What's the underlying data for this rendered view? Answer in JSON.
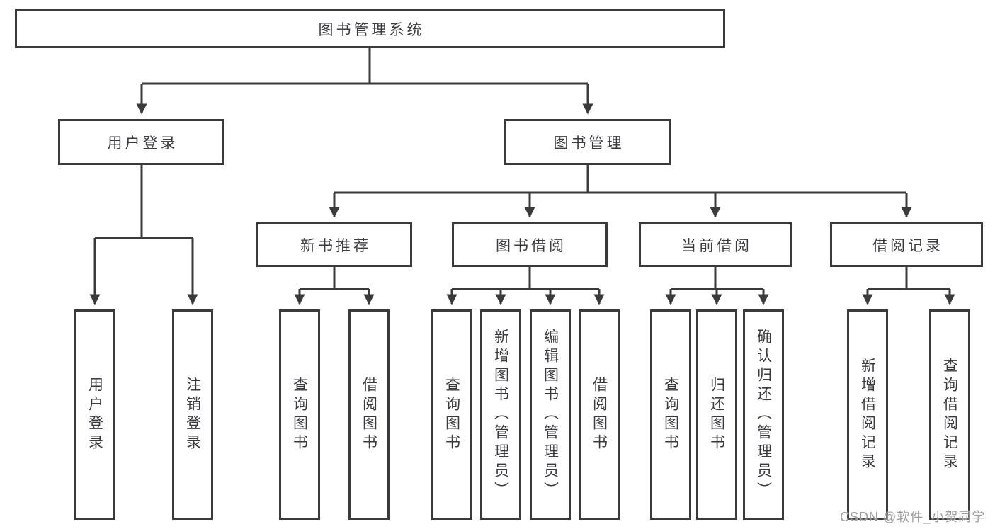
{
  "diagram": {
    "root": "图书管理系统",
    "level1": {
      "user_login": "用户登录",
      "book_management": "图书管理"
    },
    "level2": {
      "new_book_recommend": "新书推荐",
      "book_borrowing": "图书借阅",
      "current_borrowing": "当前借阅",
      "borrowing_records": "借阅记录"
    },
    "leaves": {
      "user_login": [
        "用户登录",
        "注销登录"
      ],
      "new_book_recommend": [
        "查询图书",
        "借阅图书"
      ],
      "book_borrowing": [
        "查询图书",
        "新增图书（管理员）",
        "编辑图书（管理员）",
        "借阅图书"
      ],
      "current_borrowing": [
        "查询图书",
        "归还图书",
        "确认归还（管理员）"
      ],
      "borrowing_records": [
        "新增借阅记录",
        "查询借阅记录"
      ]
    }
  },
  "watermark": "CSDN @软件_小贺同学",
  "colors": {
    "line": "#3a3a3a",
    "text": "#3a3a3e",
    "box_background": "#ffffff",
    "watermark": "#9b9b9b",
    "page_background": "#ffffff"
  }
}
